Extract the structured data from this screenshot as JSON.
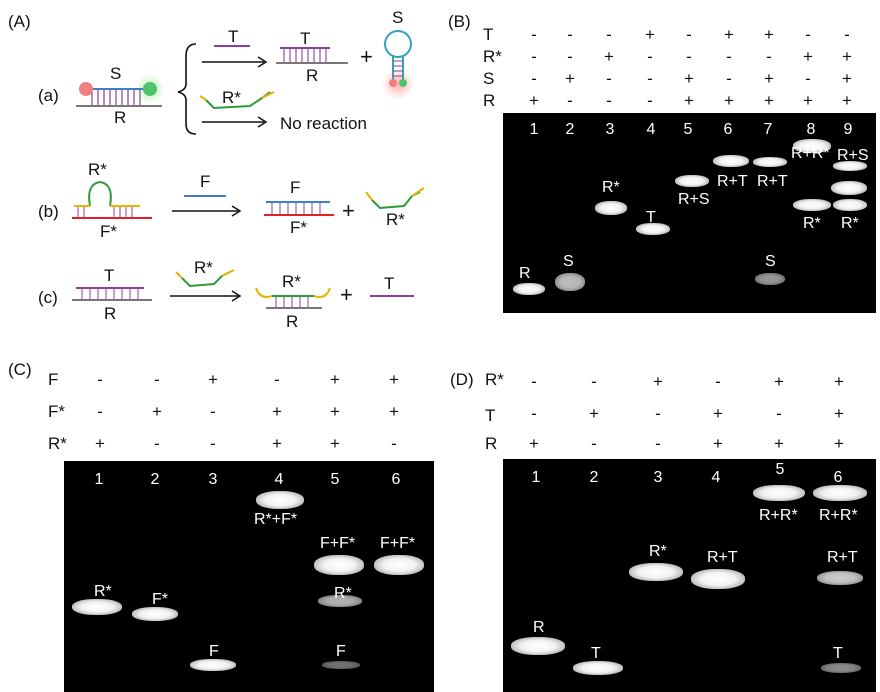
{
  "panelA": {
    "label": "(A)",
    "a": {
      "label": "(a)",
      "S": "S",
      "R": "R",
      "T": "T",
      "T2": "T",
      "R2": "R",
      "plus": "+",
      "S2": "S",
      "Rstar": "R*",
      "no_reaction": "No reaction"
    },
    "b": {
      "label": "(b)",
      "Rstar": "R*",
      "Fstar": "F*",
      "F": "F",
      "F2": "F",
      "Fstar2": "F*",
      "plus": "+",
      "Rstar2": "R*"
    },
    "c": {
      "label": "(c)",
      "T": "T",
      "R": "R",
      "Rstar": "R*",
      "Rstar2": "R*",
      "R2": "R",
      "plus": "+",
      "T2": "T"
    }
  },
  "panelB": {
    "label": "(B)",
    "rows": [
      {
        "name": "T",
        "values": [
          "-",
          "-",
          "-",
          "+",
          "-",
          "+",
          "+",
          "-",
          "-"
        ]
      },
      {
        "name": "R*",
        "values": [
          "-",
          "-",
          "+",
          "-",
          "-",
          "-",
          "-",
          "+",
          "+"
        ]
      },
      {
        "name": "S",
        "values": [
          "-",
          "+",
          "-",
          "-",
          "+",
          "-",
          "+",
          "-",
          "+"
        ]
      },
      {
        "name": "R",
        "values": [
          "+",
          "-",
          "-",
          "-",
          "+",
          "+",
          "+",
          "+",
          "+"
        ]
      }
    ],
    "lanes": [
      "1",
      "2",
      "3",
      "4",
      "5",
      "6",
      "7",
      "8",
      "9"
    ],
    "band_labels": [
      "R",
      "S",
      "R*",
      "T",
      "R+S",
      "R+T",
      "R+T",
      "S",
      "R+R*",
      "R+S",
      "R*",
      "R*"
    ]
  },
  "panelC": {
    "label": "(C)",
    "rows": [
      {
        "name": "F",
        "values": [
          "-",
          "-",
          "+",
          "-",
          "+",
          "+"
        ]
      },
      {
        "name": "F*",
        "values": [
          "-",
          "+",
          "-",
          "+",
          "+",
          "+"
        ]
      },
      {
        "name": "R*",
        "values": [
          "+",
          "-",
          "-",
          "+",
          "+",
          "-"
        ]
      }
    ],
    "lanes": [
      "1",
      "2",
      "3",
      "4",
      "5",
      "6"
    ],
    "band_labels": [
      "R*",
      "F*",
      "F",
      "R*+F*",
      "F+F*",
      "F+F*",
      "R*",
      "F"
    ]
  },
  "panelD": {
    "label": "(D)",
    "rows": [
      {
        "name": "R*",
        "values": [
          "-",
          "-",
          "+",
          "-",
          "+",
          "+"
        ]
      },
      {
        "name": "T",
        "values": [
          "-",
          "+",
          "-",
          "+",
          "-",
          "+"
        ]
      },
      {
        "name": "R",
        "values": [
          "+",
          "-",
          "-",
          "+",
          "+",
          "+"
        ]
      }
    ],
    "lanes": [
      "1",
      "2",
      "3",
      "4",
      "5",
      "6"
    ],
    "band_labels": [
      "R",
      "T",
      "R*",
      "R+T",
      "R+R*",
      "R+R*",
      "R+T",
      "T"
    ]
  },
  "colors": {
    "blue": "#3f7fc8",
    "purple": "#8a3fa0",
    "green": "#2f9a3a",
    "yellow": "#e8b400",
    "red": "#e0202a",
    "gray": "#777777",
    "cyan": "#36a3b8"
  }
}
